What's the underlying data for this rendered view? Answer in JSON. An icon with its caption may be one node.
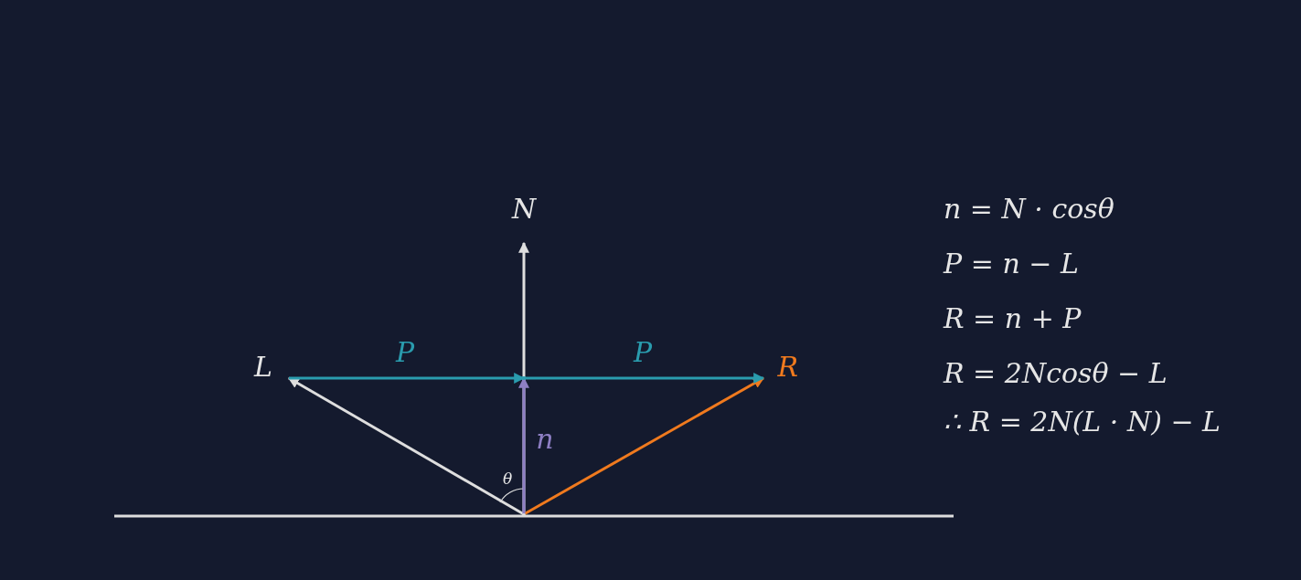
{
  "diagram": {
    "nodes": [
      {
        "text": [
          "N"
        ]
      },
      {
        "text": [
          "L"
        ]
      },
      {
        "text": [
          "R"
        ]
      },
      {
        "text": [],
        "shape": "point"
      },
      {
        "text": [],
        "shape": "point"
      }
    ],
    "edges": [
      {
        "from": 4,
        "to": 0,
        "arrow": "to"
      },
      {
        "from": 4,
        "to": 1,
        "arrow": "to"
      },
      {
        "from": 4,
        "to": 2,
        "arrow": "to",
        "color": "#f07a1e"
      },
      {
        "from": 4,
        "to": 3,
        "arrow": "to",
        "label": "n",
        "color": "#8e7fc4"
      },
      {
        "from": 1,
        "to": 3,
        "arrow": "to",
        "label": "P",
        "color": "#2a9cae"
      },
      {
        "from": 3,
        "to": 2,
        "arrow": "to",
        "label": "P",
        "color": "#2a9cae"
      }
    ],
    "labels": [
      "θ",
      "n = N · cosθ",
      "P = n − L",
      "R = n + P",
      "R = 2Ncosθ − L",
      "∴ R = 2N(L · N) − L"
    ]
  }
}
